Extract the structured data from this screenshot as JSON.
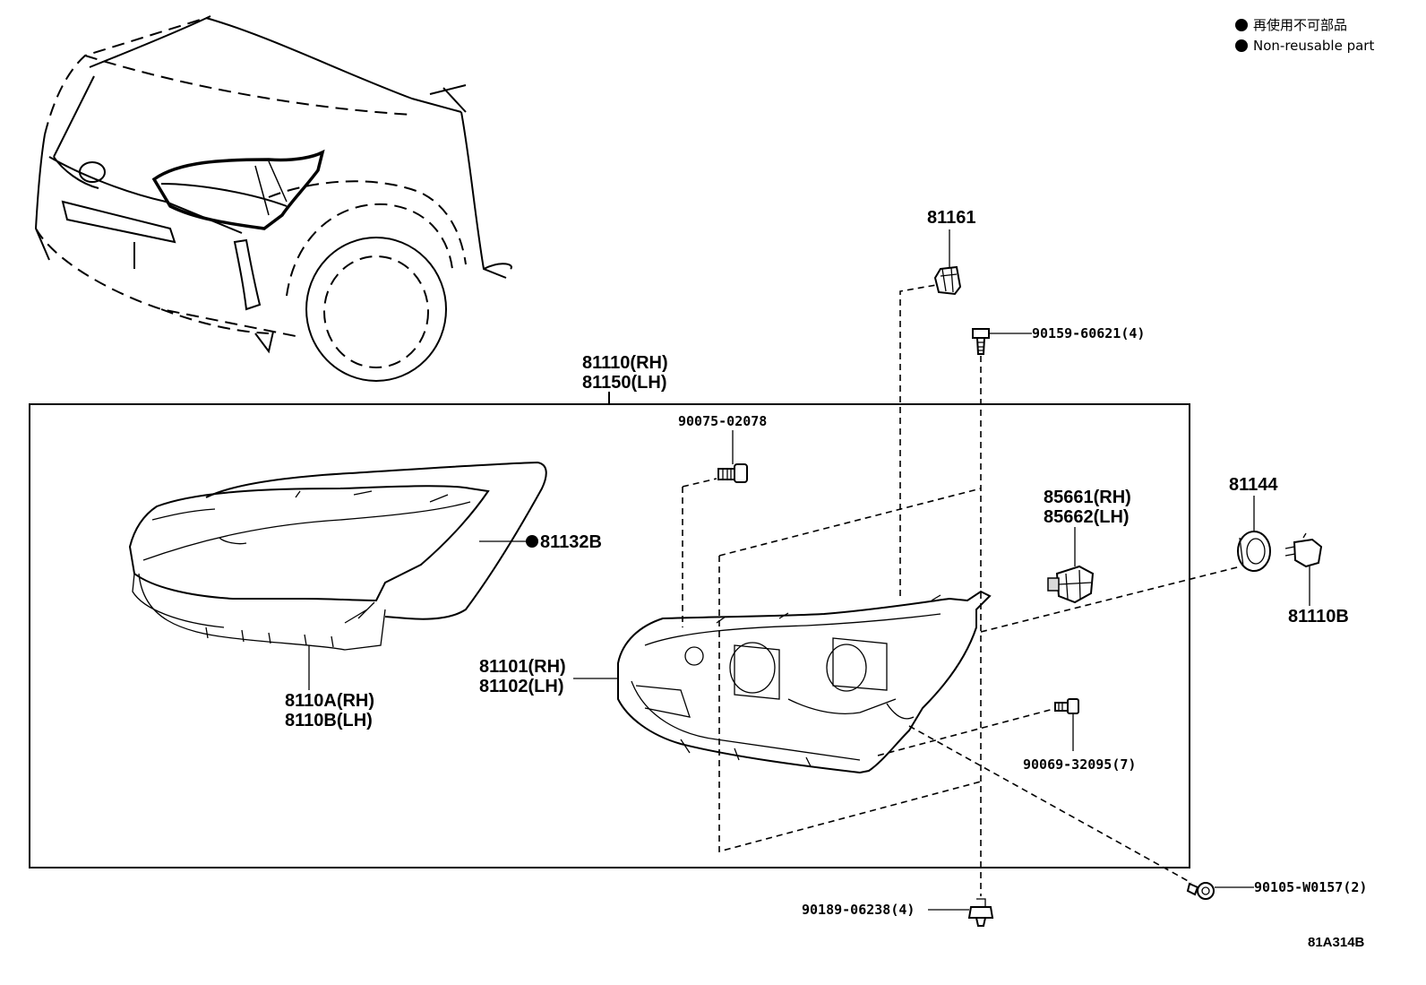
{
  "legend": {
    "items": [
      {
        "symbol": "●",
        "text": "再使用不可部品"
      },
      {
        "symbol": "●",
        "text": "Non-reusable part"
      }
    ]
  },
  "labels": {
    "assembly_rh": "81110(RH)",
    "assembly_lh": "81150(LH)",
    "bracket_top": "81161",
    "screw_top": "90159-60621(4)",
    "screw_mid": "90075-02078",
    "socket_rh": "85661(RH)",
    "socket_lh": "85662(LH)",
    "cover": "81144",
    "bulb": "81110B",
    "gasket": "81132B",
    "lens_rh": "8110A(RH)",
    "lens_lh": "8110B(LH)",
    "housing_rh": "81101(RH)",
    "housing_lh": "81102(LH)",
    "screw_right": "90069-32095(7)",
    "clip_bottom": "90189-06238(4)",
    "nut_right": "90105-W0157(2)"
  },
  "diagram_code": "81A314B",
  "colors": {
    "line": "#000000",
    "background": "#ffffff"
  }
}
